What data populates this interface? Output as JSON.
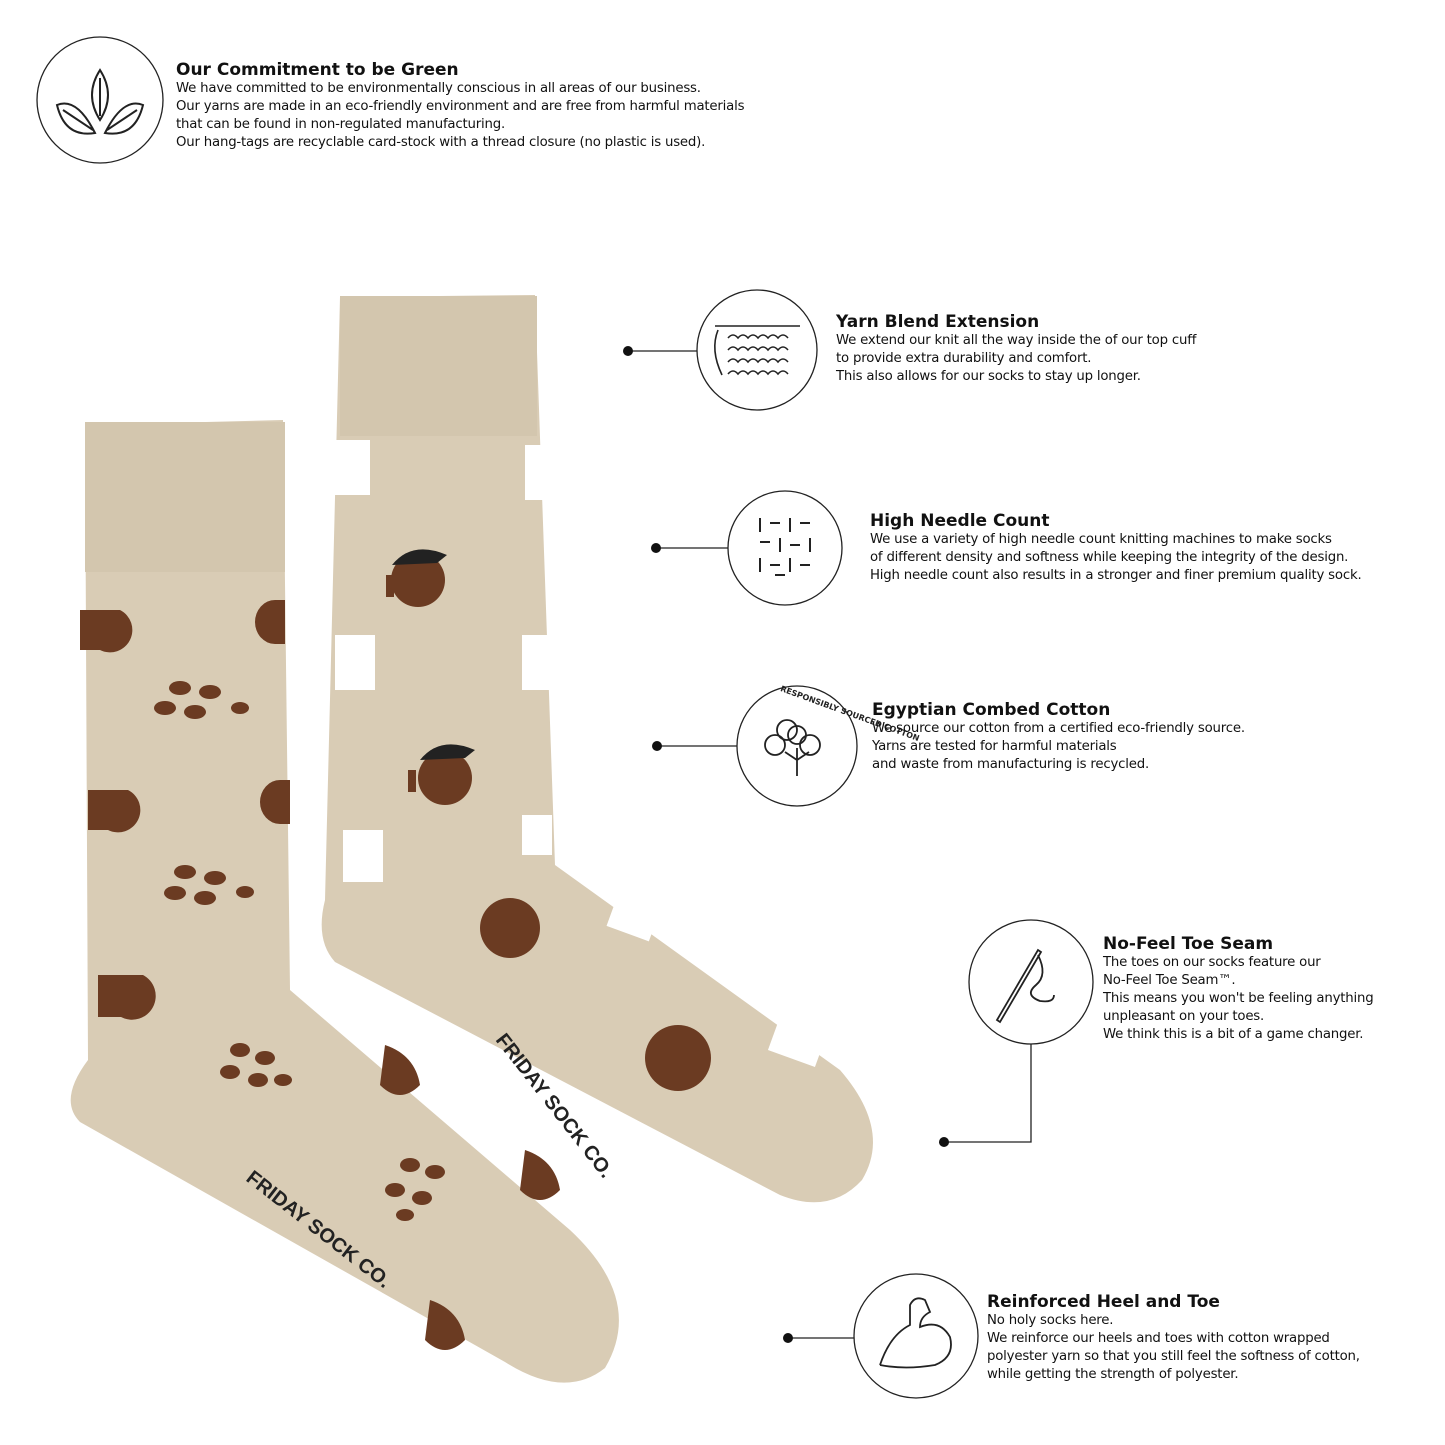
{
  "commitment": {
    "icon": "leaves-icon",
    "title": "Our Commitment to be Green",
    "lines": [
      "We have committed to be environmentally conscious in all areas of our business.",
      "Our yarns are made in an eco-friendly environment and are free from harmful materials",
      "that can be found in non-regulated manufacturing.",
      "Our hang-tags are recyclable card-stock with a thread closure (no plastic is used)."
    ]
  },
  "features": [
    {
      "icon": "knit-stitch-icon",
      "title": "Yarn Blend Extension",
      "lines": [
        "We extend our knit all the way inside the of our top cuff",
        "to provide extra durability and comfort.",
        "This also allows for our socks to stay up longer."
      ]
    },
    {
      "icon": "needle-grid-icon",
      "title": "High Needle Count",
      "lines": [
        "We use a variety of high needle count knitting machines to make socks",
        "of different density and softness while keeping the integrity of the design.",
        "High needle count also results in a stronger and finer premium quality sock."
      ]
    },
    {
      "icon": "cotton-icon",
      "icon_text": "RESPONSIBLY SOURCED COTTON",
      "title": "Egyptian Combed Cotton",
      "lines": [
        "We source our cotton from a certified eco-friendly source.",
        "Yarns are tested for harmful materials",
        "and waste from manufacturing is recycled."
      ]
    },
    {
      "icon": "needle-thread-icon",
      "title": "No-Feel Toe Seam",
      "lines": [
        "The toes on our socks feature our",
        "No-Feel Toe Seam™.",
        "This means you won't be feeling anything",
        "unpleasant on your toes.",
        "We think this is a bit of a game changer."
      ]
    },
    {
      "icon": "flexed-arm-icon",
      "title": "Reinforced Heel and Toe",
      "lines": [
        "No holy socks here.",
        "We reinforce our heels and toes with cotton wrapped",
        "polyester yarn so that you still feel the softness of cotton,",
        "while getting the strength of polyester."
      ]
    }
  ],
  "product": {
    "brand_text": "FRIDAY SOCK CO.",
    "colors": {
      "sock": "#d9ccb5",
      "cuff": "#d3c6ae",
      "coffee": "#6b3b22",
      "mug": "#ffffff"
    }
  }
}
